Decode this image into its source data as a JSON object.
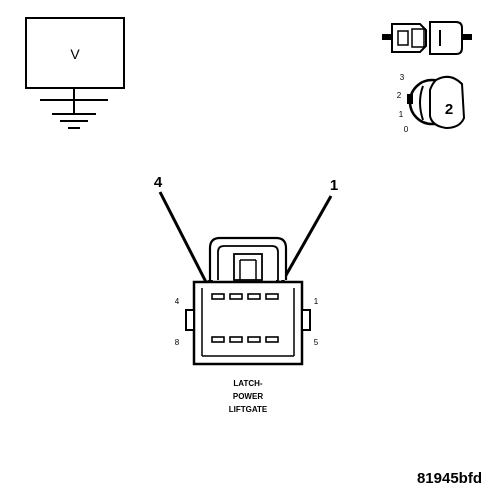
{
  "meter": {
    "label": "V"
  },
  "key_switch": {
    "positions": [
      "3",
      "2",
      "1",
      "0"
    ],
    "selected_position": "2"
  },
  "connector": {
    "callout_left": "4",
    "callout_right": "1",
    "pin_labels": {
      "top_left": "4",
      "top_right": "1",
      "bottom_left": "8",
      "bottom_right": "5"
    },
    "name_lines": [
      "LATCH-",
      "POWER",
      "LIFTGATE"
    ]
  },
  "figure_id": "81945bfd",
  "colors": {
    "ink": "#000000",
    "background": "#ffffff"
  }
}
